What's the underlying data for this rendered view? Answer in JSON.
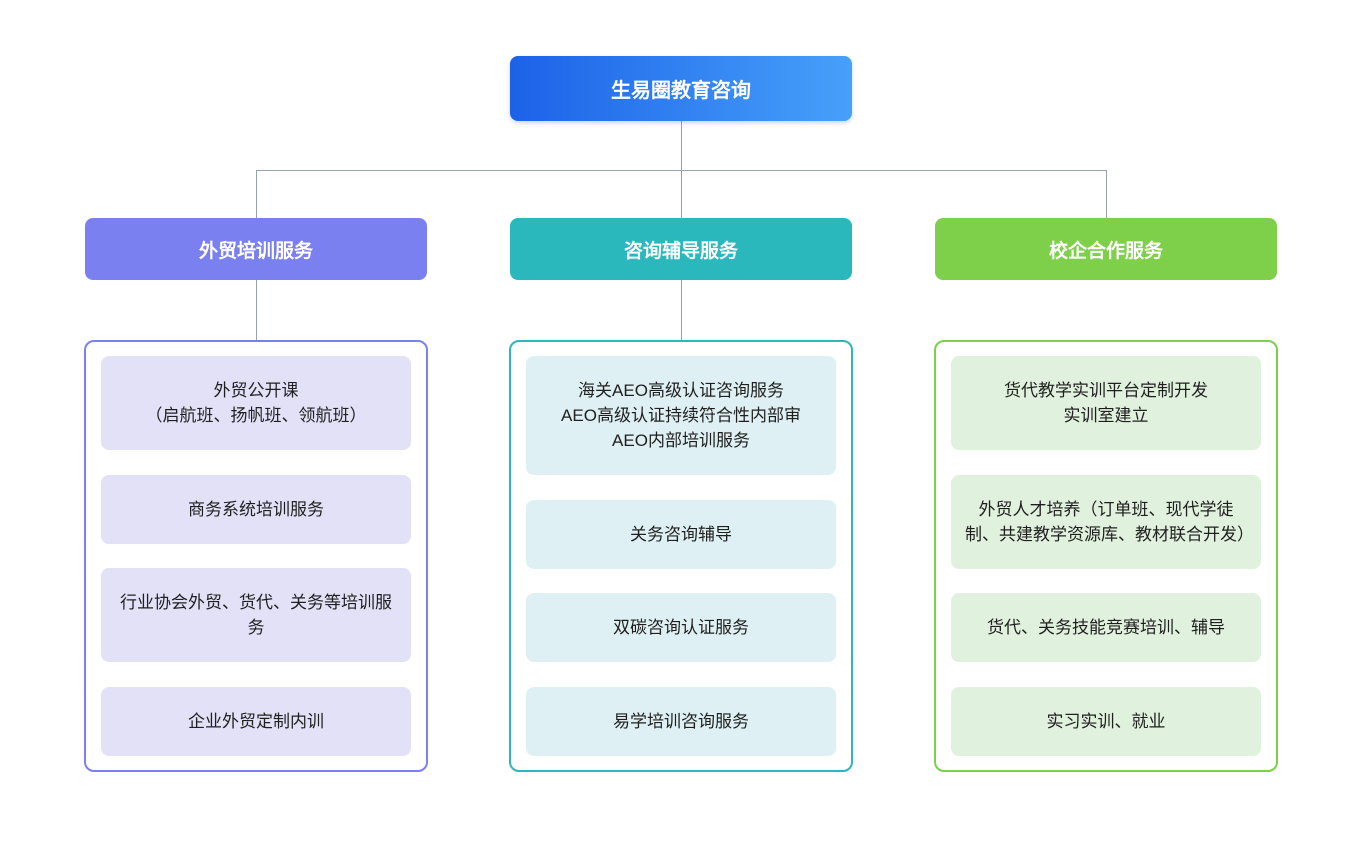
{
  "diagram": {
    "title": "org-chart",
    "root": {
      "label": "生易圈教育咨询"
    },
    "branches": [
      {
        "label": "外贸培训服务",
        "items": [
          {
            "text": "外贸公开课\n（启航班、扬帆班、领航班）"
          },
          {
            "text": "商务系统培训服务"
          },
          {
            "text": "行业协会外贸、货代、关务等培训服务"
          },
          {
            "text": "企业外贸定制内训"
          }
        ]
      },
      {
        "label": "咨询辅导服务",
        "items": [
          {
            "text": "海关AEO高级认证咨询服务\nAEO高级认证持续符合性内部审\nAEO内部培训服务"
          },
          {
            "text": "关务咨询辅导"
          },
          {
            "text": "双碳咨询认证服务"
          },
          {
            "text": "易学培训咨询服务"
          }
        ]
      },
      {
        "label": "校企合作服务",
        "items": [
          {
            "text": "货代教学实训平台定制开发\n实训室建立"
          },
          {
            "text": "外贸人才培养（订单班、现代学徒制、共建教学资源库、教材联合开发）"
          },
          {
            "text": "货代、关务技能竞赛培训、辅导"
          },
          {
            "text": "实习实训、就业"
          }
        ]
      }
    ],
    "colors": {
      "root_gradient_start": "#1c62e8",
      "root_gradient_end": "#47a0fa",
      "branch_purple": "#7b80f0",
      "branch_teal": "#2ab8bd",
      "branch_green": "#7ed04a",
      "item_bg_purple": "#e3e1f7",
      "item_bg_teal": "#def0f3",
      "item_bg_green": "#e0f1dd",
      "connector_line": "#97a1ad",
      "text_dark": "#1f1f1f",
      "text_light": "#ffffff"
    }
  }
}
